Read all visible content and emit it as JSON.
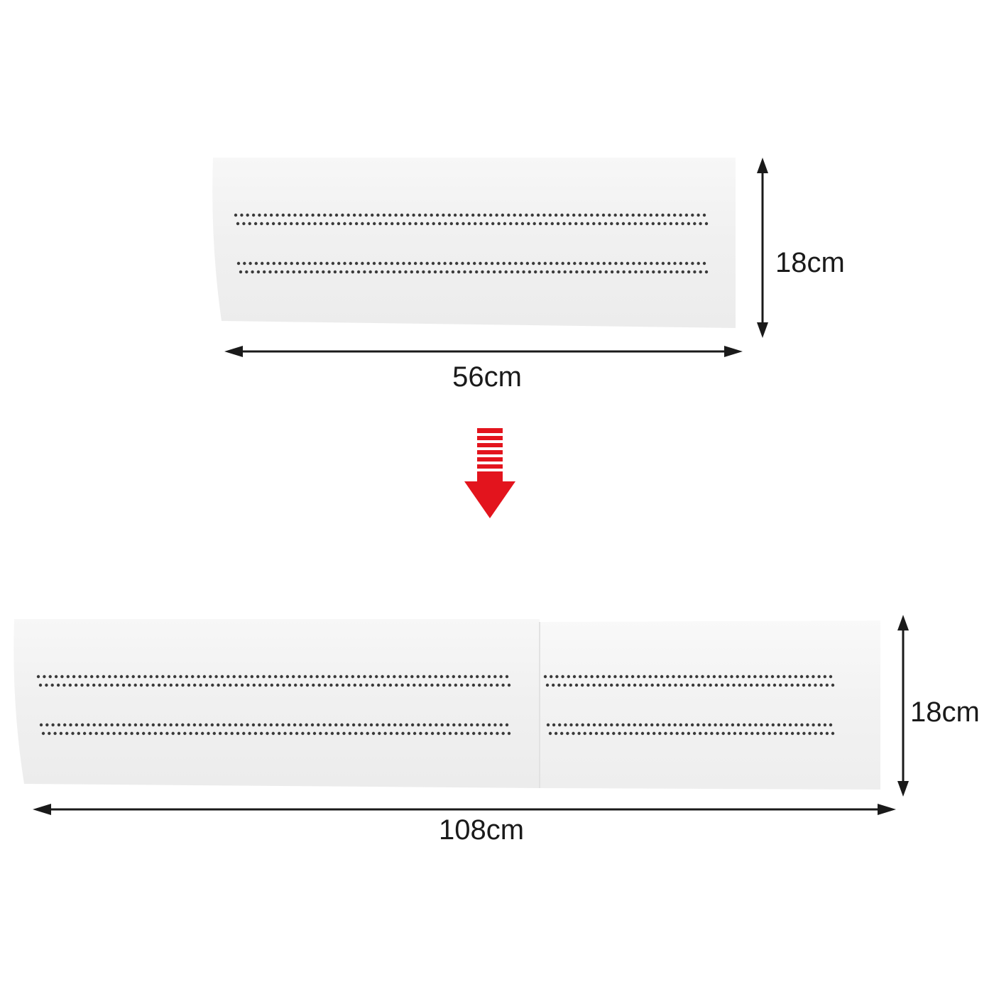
{
  "colors": {
    "background": "#ffffff",
    "panel_fill": "#f2f2f2",
    "panel_edge": "#e6e6e6",
    "hole": "#3a3a3a",
    "dimension_line": "#1a1a1a",
    "label": "#1a1a1a",
    "arrow_red": "#e3141d"
  },
  "retracted": {
    "width_label": "56cm",
    "height_label": "18cm"
  },
  "extended": {
    "width_label": "108cm",
    "height_label": "18cm"
  },
  "icons": {
    "transition": "down-arrow-icon"
  }
}
